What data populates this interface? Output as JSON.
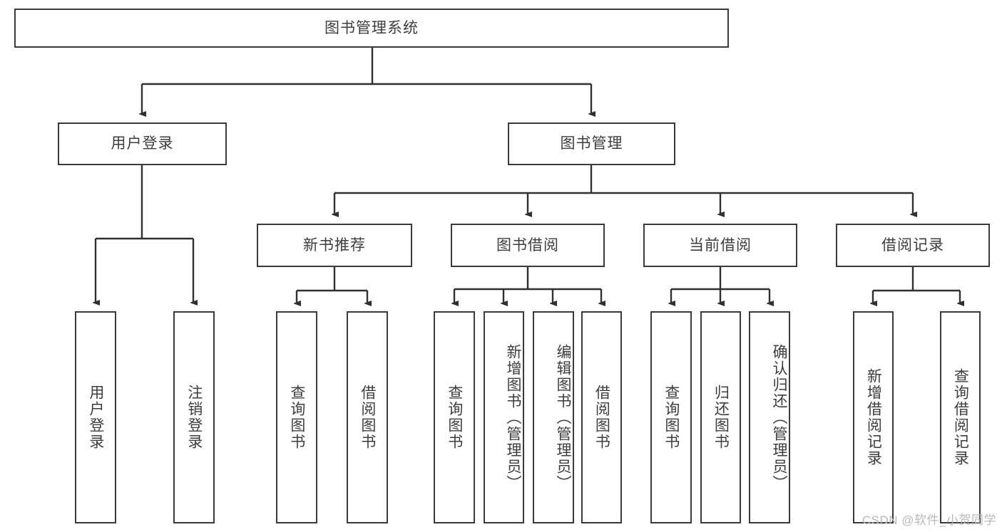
{
  "diagram": {
    "type": "tree-hierarchy",
    "title": "图书管理系统",
    "root": {
      "id": "root",
      "label": "图书管理系统",
      "orientation": "horizontal"
    },
    "level2": [
      {
        "id": "user-login",
        "label": "用户登录",
        "orientation": "horizontal"
      },
      {
        "id": "book-management",
        "label": "图书管理",
        "orientation": "horizontal"
      }
    ],
    "level3": [
      {
        "id": "new-book-recommend",
        "label": "新书推荐",
        "orientation": "horizontal",
        "parent": "book-management"
      },
      {
        "id": "book-borrow",
        "label": "图书借阅",
        "orientation": "horizontal",
        "parent": "book-management"
      },
      {
        "id": "current-borrow",
        "label": "当前借阅",
        "orientation": "horizontal",
        "parent": "book-management"
      },
      {
        "id": "borrow-record",
        "label": "借阅记录",
        "orientation": "horizontal",
        "parent": "book-management"
      }
    ],
    "leaves": [
      {
        "id": "leaf-user-login",
        "label": "用户登录",
        "parent": "user-login",
        "orientation": "vertical",
        "align": "center"
      },
      {
        "id": "leaf-logout",
        "label": "注销登录",
        "parent": "user-login",
        "orientation": "vertical",
        "align": "center"
      },
      {
        "id": "leaf-query-book-1",
        "label": "查询图书",
        "parent": "new-book-recommend",
        "orientation": "vertical",
        "align": "center"
      },
      {
        "id": "leaf-borrow-book-1",
        "label": "借阅图书",
        "parent": "new-book-recommend",
        "orientation": "vertical",
        "align": "center"
      },
      {
        "id": "leaf-query-book-2",
        "label": "查询图书",
        "parent": "book-borrow",
        "orientation": "vertical",
        "align": "center"
      },
      {
        "id": "leaf-add-book",
        "label": "新增图书（管理员）",
        "parent": "book-borrow",
        "orientation": "vertical",
        "align": "top"
      },
      {
        "id": "leaf-edit-book",
        "label": "编辑图书（管理员）",
        "parent": "book-borrow",
        "orientation": "vertical",
        "align": "top"
      },
      {
        "id": "leaf-borrow-book-2",
        "label": "借阅图书",
        "parent": "book-borrow",
        "orientation": "vertical",
        "align": "center"
      },
      {
        "id": "leaf-query-book-3",
        "label": "查询图书",
        "parent": "current-borrow",
        "orientation": "vertical",
        "align": "center"
      },
      {
        "id": "leaf-return-book",
        "label": "归还图书",
        "parent": "current-borrow",
        "orientation": "vertical",
        "align": "center"
      },
      {
        "id": "leaf-confirm-return",
        "label": "确认归还（管理员）",
        "parent": "current-borrow",
        "orientation": "vertical",
        "align": "top"
      },
      {
        "id": "leaf-add-record",
        "label": "新增借阅记录",
        "parent": "borrow-record",
        "orientation": "vertical",
        "align": "center"
      },
      {
        "id": "leaf-query-record",
        "label": "查询借阅记录",
        "parent": "borrow-record",
        "orientation": "vertical",
        "align": "center"
      }
    ],
    "watermark": "CSDN @软件_小贺同学",
    "colors": {
      "border": "#3a3a3a",
      "text": "#3d3d3d",
      "background": "#ffffff",
      "connector": "#303030",
      "watermark": "#b9b9b9"
    }
  }
}
